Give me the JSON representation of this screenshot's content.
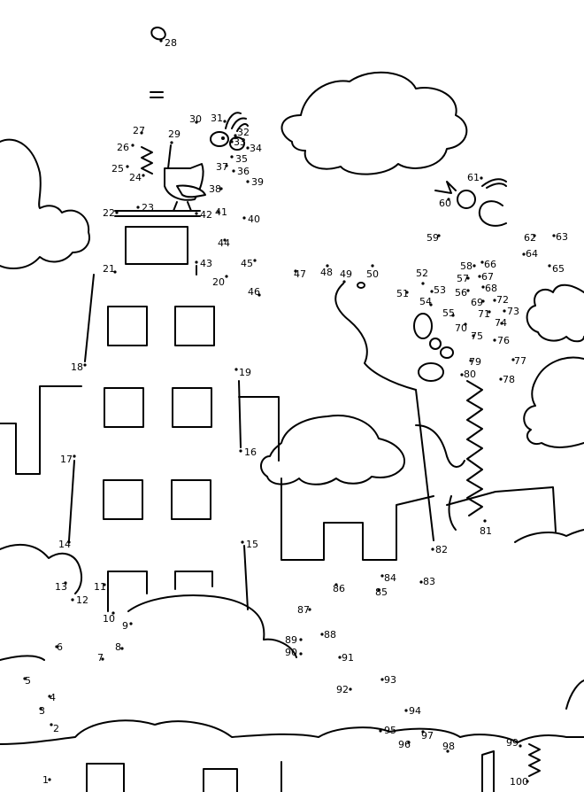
{
  "puzzle": {
    "type": "connect-the-dots",
    "first": 1,
    "last": 100,
    "labels": [
      "1",
      "2",
      "3",
      "4",
      "5",
      "6",
      "7",
      "8",
      "9",
      "10",
      "11",
      "12",
      "13",
      "14",
      "15",
      "16",
      "17",
      "18",
      "19",
      "20",
      "21",
      "22",
      "23",
      "24",
      "25",
      "26",
      "27",
      "28",
      "29",
      "30",
      "31",
      "32",
      "33",
      "34",
      "35",
      "36",
      "37",
      "38",
      "39",
      "40",
      "41",
      "42",
      "43",
      "44",
      "45",
      "46",
      "47",
      "48",
      "49",
      "50",
      "51",
      "52",
      "53",
      "54",
      "55",
      "56",
      "57",
      "58",
      "59",
      "60",
      "61",
      "62",
      "63",
      "64",
      "65",
      "66",
      "67",
      "68",
      "69",
      "70",
      "71",
      "72",
      "73",
      "74",
      "75",
      "76",
      "77",
      "78",
      "79",
      "80",
      "81",
      "82",
      "83",
      "84",
      "85",
      "86",
      "87",
      "88",
      "89",
      "90",
      "91",
      "92",
      "93",
      "94",
      "95",
      "96",
      "97",
      "98",
      "99",
      "100"
    ]
  }
}
